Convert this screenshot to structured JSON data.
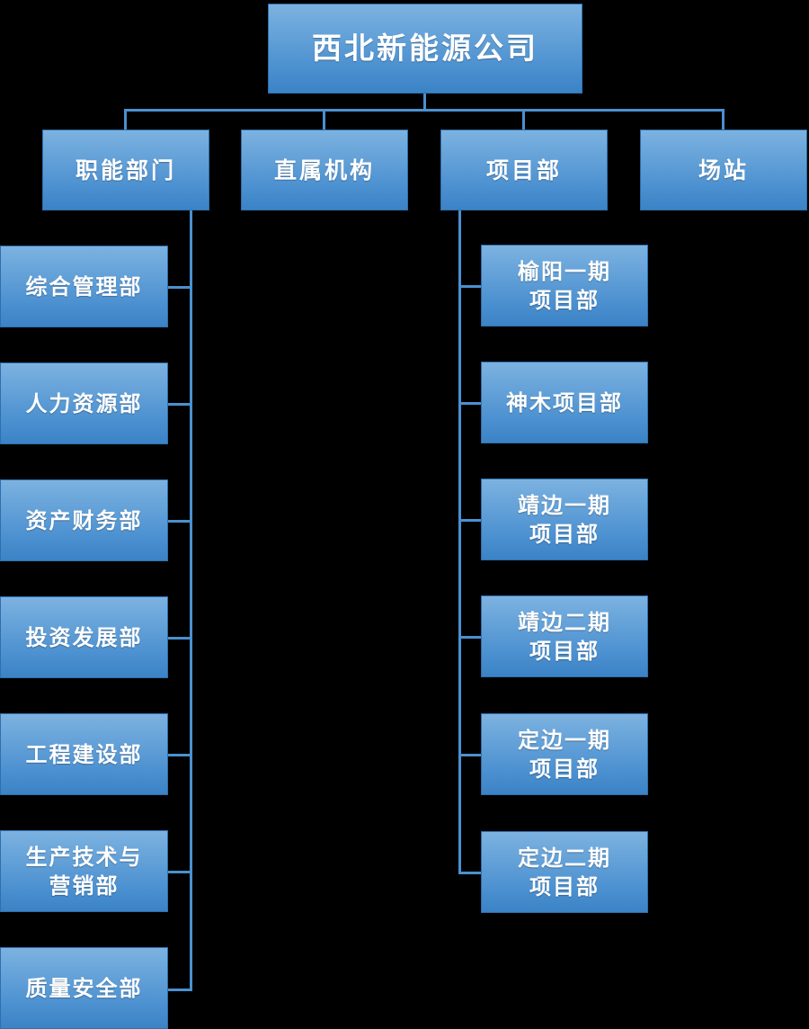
{
  "diagram": {
    "type": "org-chart",
    "title_text": "西北新能源公司",
    "colors": {
      "background": "#000000",
      "node_fill_top": "#7cb2e0",
      "node_fill_bottom": "#3b83c6",
      "node_border": "#2f6fac",
      "node_text": "#ffffff",
      "connector": "#4a90cf"
    },
    "root": {
      "label": "西北新能源公司"
    },
    "level2": [
      {
        "label": "职能部门"
      },
      {
        "label": "直属机构"
      },
      {
        "label": "项目部"
      },
      {
        "label": "场站"
      }
    ],
    "functional_departments": [
      {
        "label": "综合管理部"
      },
      {
        "label": "人力资源部"
      },
      {
        "label": "资产财务部"
      },
      {
        "label": "投资发展部"
      },
      {
        "label": "工程建设部"
      },
      {
        "label": "生产技术与\n营销部"
      },
      {
        "label": "质量安全部"
      }
    ],
    "project_departments": [
      {
        "label": "榆阳一期\n项目部"
      },
      {
        "label": "神木项目部"
      },
      {
        "label": "靖边一期\n项目部"
      },
      {
        "label": "靖边二期\n项目部"
      },
      {
        "label": "定边一期\n项目部"
      },
      {
        "label": "定边二期\n项目部"
      }
    ]
  }
}
